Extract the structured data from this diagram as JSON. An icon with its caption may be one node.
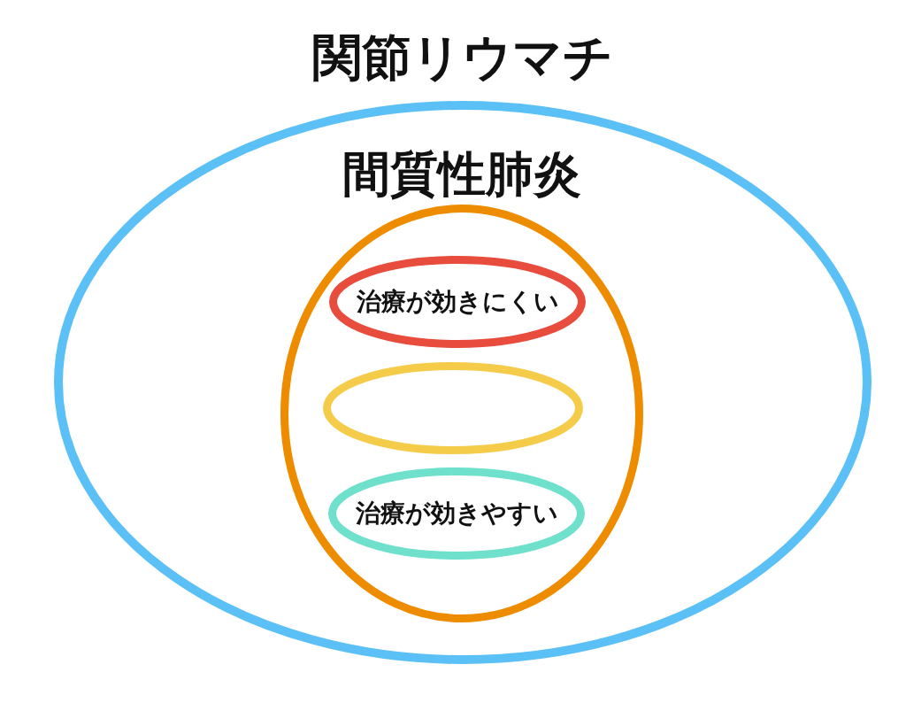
{
  "diagram": {
    "nodes": [
      {
        "text": [
          "関節リウマチ"
        ]
      },
      {
        "text": [
          "間質性肺炎"
        ],
        "in": 0
      },
      {
        "text": [
          "治療が効きにくい"
        ],
        "in": 1
      },
      {
        "text": [],
        "shape": "ellipse",
        "in": 1
      },
      {
        "text": [
          "治療が効きやすい"
        ],
        "in": 1
      }
    ]
  }
}
